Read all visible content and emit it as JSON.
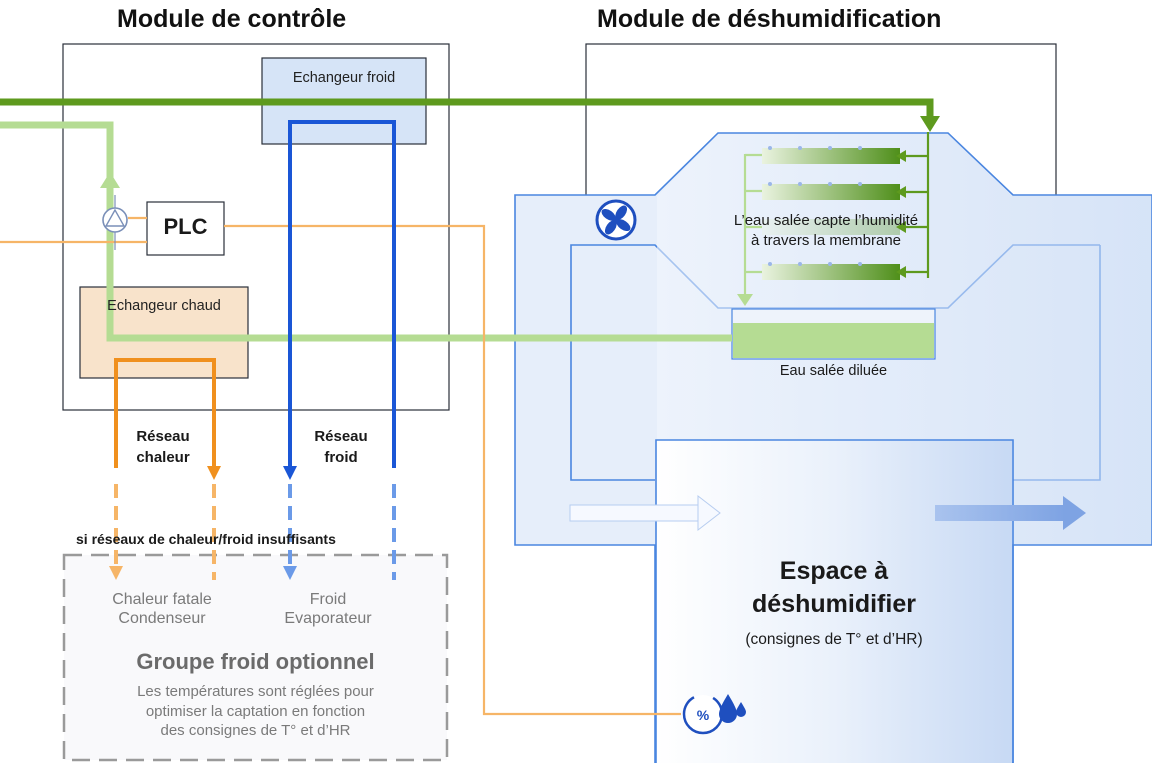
{
  "titles": {
    "control": "Module de contrôle",
    "dehumid": "Module de déshumidification"
  },
  "control": {
    "cold_exchanger": "Echangeur froid",
    "hot_exchanger": "Echangeur chaud",
    "plc": "PLC"
  },
  "networks": {
    "heat_line1": "Réseau",
    "heat_line2": "chaleur",
    "cold_line1": "Réseau",
    "cold_line2": "froid",
    "insufficient": "si réseaux de chaleur/froid insuffisants"
  },
  "optional_group": {
    "heat_line1": "Chaleur fatale",
    "heat_line2": "Condenseur",
    "cold_line1": "Froid",
    "cold_line2": "Evaporateur",
    "title": "Groupe froid optionnel",
    "desc_line1": "Les températures sont réglées pour",
    "desc_line2": "optimiser la captation en fonction",
    "desc_line3": "des consignes de T° et d’HR"
  },
  "dehumid": {
    "membrane_line1": "L’eau salée capte l’humidité",
    "membrane_line2": "à travers la membrane",
    "diluted": "Eau salée diluée"
  },
  "space": {
    "title_line1": "Espace à",
    "title_line2": "déshumidifier",
    "subtitle": "(consignes de T° et d’HR)"
  },
  "icons": [
    "fan-icon",
    "pump-icon",
    "humidity-sensor-icon"
  ],
  "colors": {
    "dark_green": "#5e9a1e",
    "light_green": "#b5dc93",
    "orange": "#f0901e",
    "light_orange": "#f6b567",
    "blue": "#1a56d6",
    "light_blue": "#dbe6f8",
    "outline_blue": "#4a86e0",
    "hot_fill": "#f8e3cb",
    "cold_fill": "#d6e4f7"
  }
}
